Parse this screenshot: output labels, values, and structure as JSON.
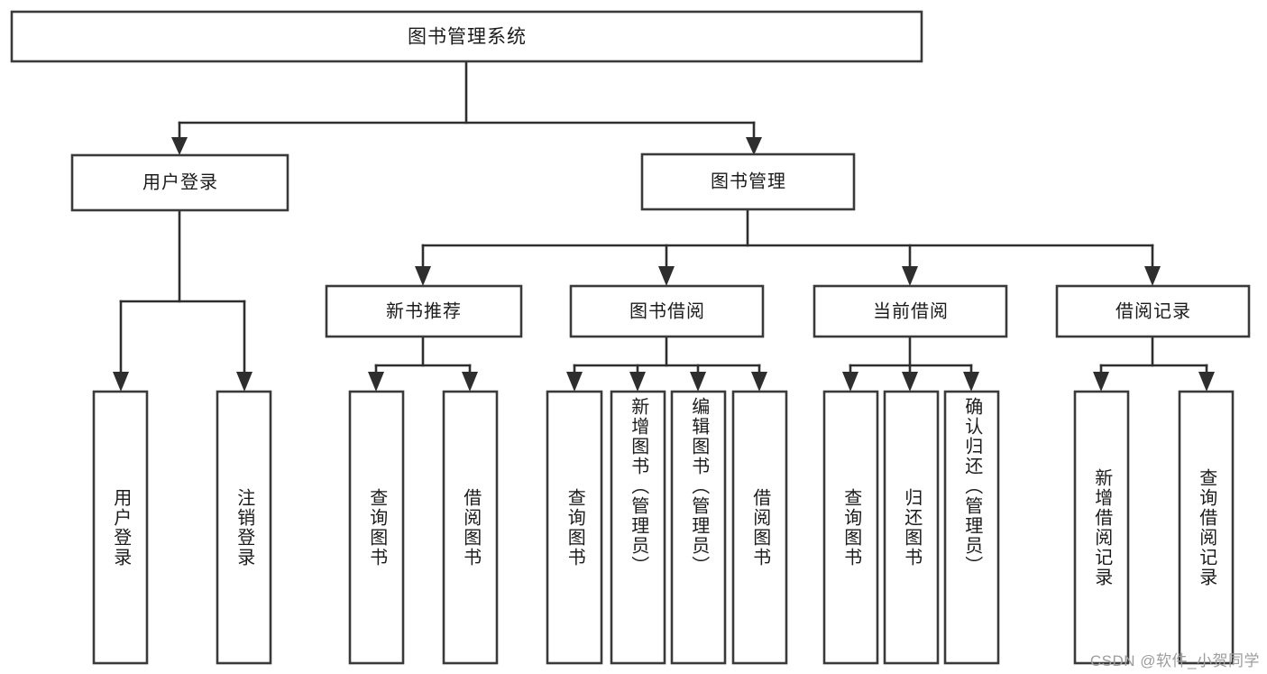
{
  "diagram": {
    "type": "tree",
    "title": "图书管理系统",
    "watermark": "CSDN @软件_小贺同学",
    "colors": {
      "background": "#ffffff",
      "box_stroke": "#3a3a3a",
      "connector": "#2e2e2e",
      "text": "#1b1b1b",
      "watermark": "#9d9d9d"
    },
    "levels": {
      "root": {
        "label": "图书管理系统"
      },
      "level2": [
        {
          "label": "用户登录"
        },
        {
          "label": "图书管理"
        }
      ],
      "level3": [
        {
          "label": "新书推荐"
        },
        {
          "label": "图书借阅"
        },
        {
          "label": "当前借阅"
        },
        {
          "label": "借阅记录"
        }
      ],
      "leaves_user_login": [
        {
          "label": "用户登录"
        },
        {
          "label": "注销登录"
        }
      ],
      "leaves_new_book": [
        {
          "label": "查询图书"
        },
        {
          "label": "借阅图书"
        }
      ],
      "leaves_borrow": [
        {
          "label": "查询图书"
        },
        {
          "label": "新增图书（管理员）"
        },
        {
          "label": "编辑图书（管理员）"
        },
        {
          "label": "借阅图书"
        }
      ],
      "leaves_current": [
        {
          "label": "查询图书"
        },
        {
          "label": "归还图书"
        },
        {
          "label": "确认归还（管理员）"
        }
      ],
      "leaves_record": [
        {
          "label": "新增借阅记录"
        },
        {
          "label": "查询借阅记录"
        }
      ]
    }
  }
}
